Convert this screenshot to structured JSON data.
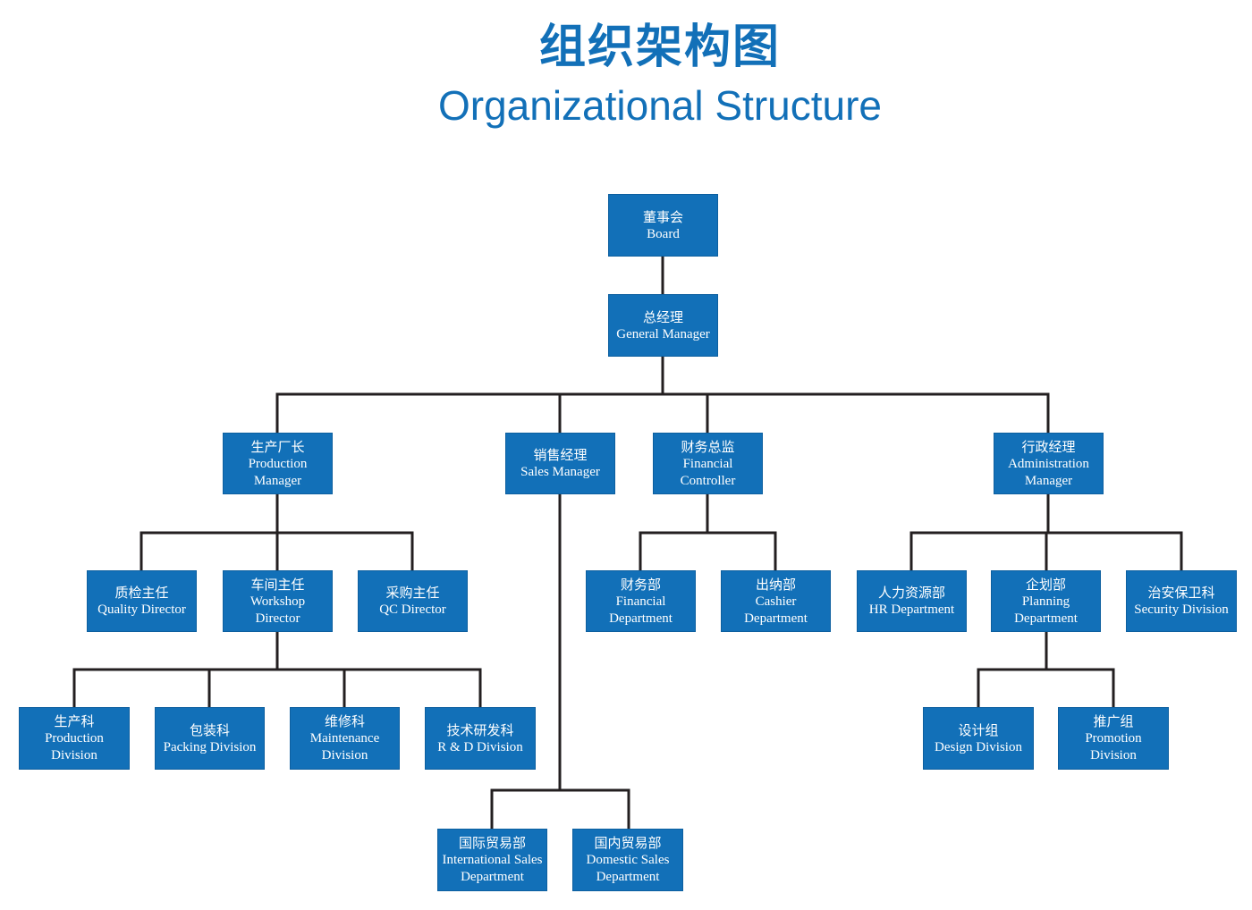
{
  "header": {
    "title_zh": "组织架构图",
    "title_en": "Organizational Structure"
  },
  "colors": {
    "box": "#1270b8",
    "title": "#1270b8",
    "line": "#231f20"
  },
  "nodes": {
    "board": {
      "zh": "董事会",
      "en": "Board"
    },
    "gm": {
      "zh": "总经理",
      "en": "General Manager"
    },
    "prod_mgr": {
      "zh": "生产厂长",
      "en": "Production Manager"
    },
    "sales_mgr": {
      "zh": "销售经理",
      "en": "Sales Manager"
    },
    "fin_ctrl": {
      "zh": "财务总监",
      "en": "Financial Controller"
    },
    "admin_mgr": {
      "zh": "行政经理",
      "en": "Administration Manager"
    },
    "quality_dir": {
      "zh": "质检主任",
      "en": "Quality Director"
    },
    "workshop_dir": {
      "zh": "车间主任",
      "en": "Workshop Director"
    },
    "qc_dir": {
      "zh": "采购主任",
      "en": "QC Director"
    },
    "fin_dept": {
      "zh": "财务部",
      "en": "Financial Department"
    },
    "cashier_dept": {
      "zh": "出纳部",
      "en": "Cashier Department"
    },
    "hr_dept": {
      "zh": "人力资源部",
      "en": "HR Department"
    },
    "planning_dept": {
      "zh": "企划部",
      "en": "Planning Department"
    },
    "security_div": {
      "zh": "治安保卫科",
      "en": "Security Division"
    },
    "production_div": {
      "zh": "生产科",
      "en": "Production Division"
    },
    "packing_div": {
      "zh": "包装科",
      "en": "Packing Division"
    },
    "maintenance_div": {
      "zh": "维修科",
      "en": "Maintenance Division"
    },
    "rd_div": {
      "zh": "技术研发科",
      "en": "R & D Division"
    },
    "design_div": {
      "zh": "设计组",
      "en": "Design Division"
    },
    "promotion_div": {
      "zh": "推广组",
      "en": "Promotion Division"
    },
    "intl_sales": {
      "zh": "国际贸易部",
      "en": "International Sales Department"
    },
    "domestic_sales": {
      "zh": "国内贸易部",
      "en": "Domestic Sales Department"
    }
  }
}
